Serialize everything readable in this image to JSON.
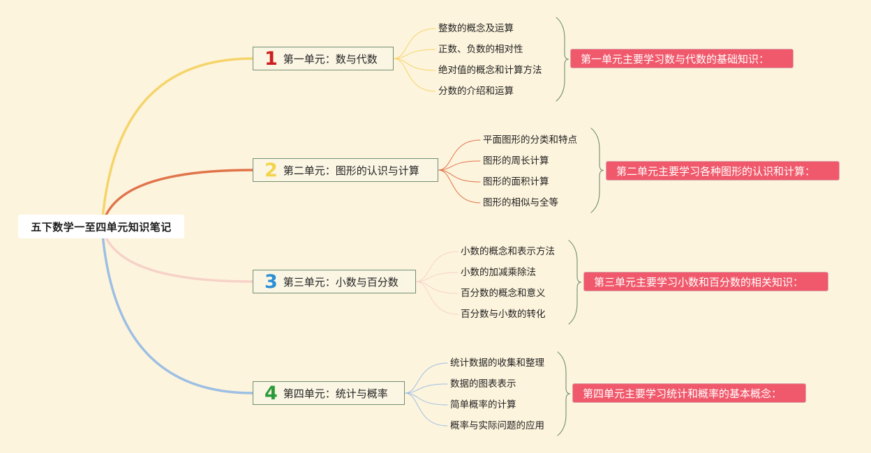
{
  "root": {
    "title": "五下数学一至四单元知识笔记"
  },
  "units": [
    {
      "num": "1",
      "num_color": "#cc1f1f",
      "branch_color": "#f5d46a",
      "label": "第一单元：数与代数",
      "summary": "第一单元主要学习数与代数的基础知识：",
      "items": [
        "整数的概念及运算",
        "正数、负数的相对性",
        "绝对值的概念和计算方法",
        "分数的介绍和运算"
      ]
    },
    {
      "num": "2",
      "num_color": "#f3d44d",
      "branch_color": "#e0744a",
      "label": "第二单元：图形的认识与计算",
      "summary": "第二单元主要学习各种图形的认识和计算：",
      "items": [
        "平面图形的分类和特点",
        "图形的周长计算",
        "图形的面积计算",
        "图形的相似与全等"
      ]
    },
    {
      "num": "3",
      "num_color": "#2c8fd6",
      "branch_color": "#f6d2c8",
      "label": "第三单元：小数与百分数",
      "summary": "第三单元主要学习小数和百分数的相关知识：",
      "items": [
        "小数的概念和表示方法",
        "小数的加减乘除法",
        "百分数的概念和意义",
        "百分数与小数的转化"
      ]
    },
    {
      "num": "4",
      "num_color": "#2a9a3a",
      "branch_color": "#9dbfe3",
      "label": "第四单元：统计与概率",
      "summary": "第四单元主要学习统计和概率的基本概念：",
      "items": [
        "统计数据的收集和整理",
        "数据的图表表示",
        "简单概率的计算",
        "概率与实际问题的应用"
      ]
    }
  ]
}
